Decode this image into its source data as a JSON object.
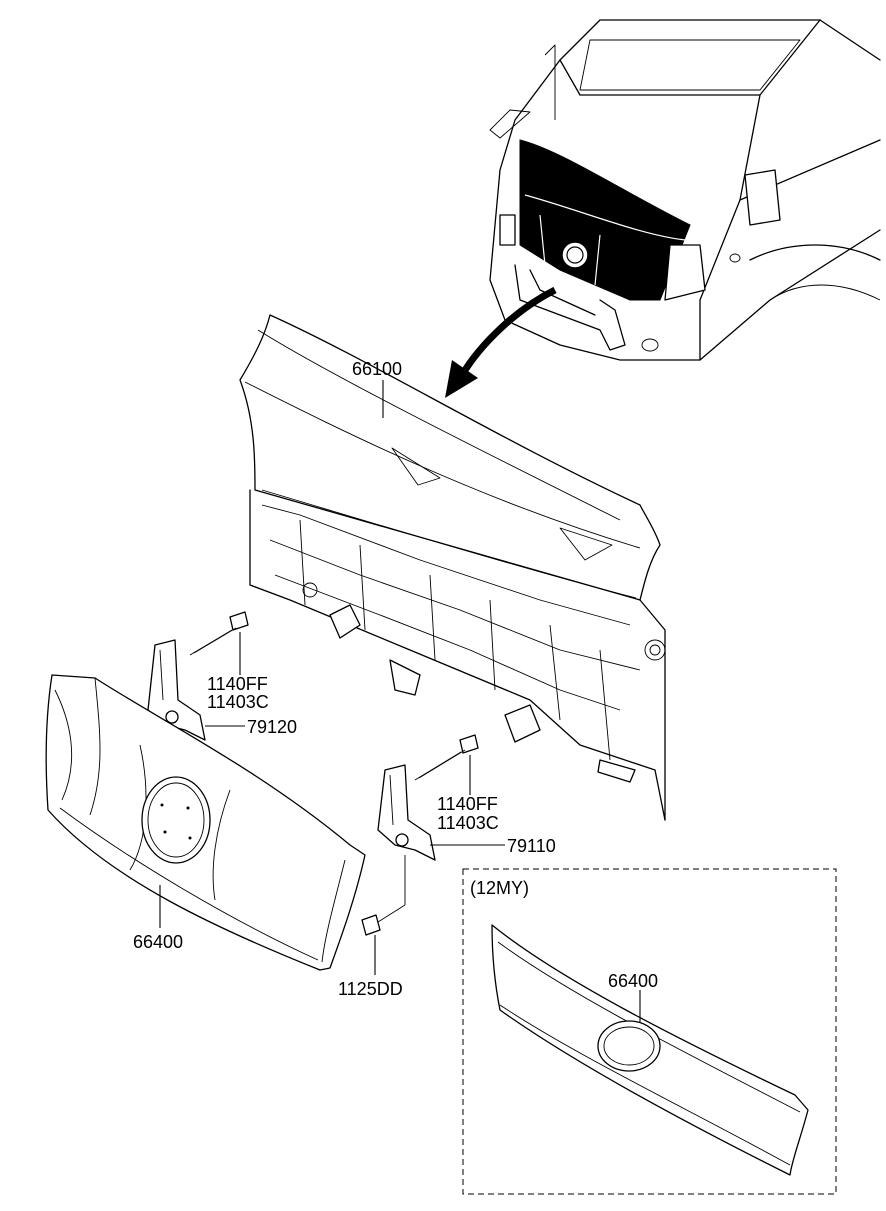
{
  "callouts": {
    "hood_panel": "66100",
    "bolt_left": "1140FF",
    "washer_left": "11403C",
    "hinge_left": "79120",
    "bolt_right": "1140FF",
    "washer_right": "11403C",
    "hinge_right": "79110",
    "grille": "66400",
    "screw": "1125DD",
    "grille_12my": "66400"
  },
  "inset": {
    "label": "(12MY)"
  }
}
